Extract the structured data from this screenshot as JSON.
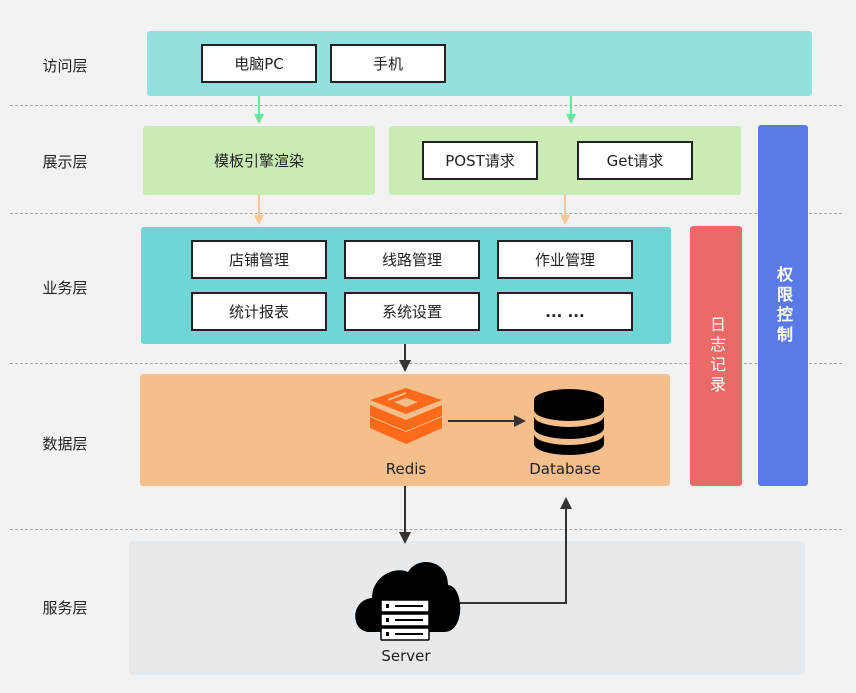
{
  "layers": {
    "access": "访问层",
    "presentation": "展示层",
    "business": "业务层",
    "data": "数据层",
    "service": "服务层"
  },
  "access": {
    "pc": "电脑PC",
    "mobile": "手机"
  },
  "presentation": {
    "template": "模板引擎渲染",
    "post": "POST请求",
    "get": "Get请求"
  },
  "business": {
    "items": [
      "店铺管理",
      "线路管理",
      "作业管理",
      "统计报表",
      "系统设置",
      "... ..."
    ]
  },
  "data": {
    "redis": "Redis",
    "database": "Database"
  },
  "service": {
    "server": "Server"
  },
  "side": {
    "log": "日志记录",
    "auth": "权限控制"
  },
  "colors": {
    "access": "#94e0e0",
    "presentation": "#c9ecb4",
    "business": "#6fd6d6",
    "data": "#f5bf8c",
    "service": "#e6eaed",
    "log": "#ea6b66",
    "auth": "#5a7ae6",
    "redis": "#ff6a1a",
    "arrow_green": "#66e8a0",
    "arrow_orange": "#ffc591",
    "arrow_dark": "#333333"
  },
  "icons": {
    "redis": "redis-icon",
    "database": "database-icon",
    "server": "cloud-server-icon"
  }
}
